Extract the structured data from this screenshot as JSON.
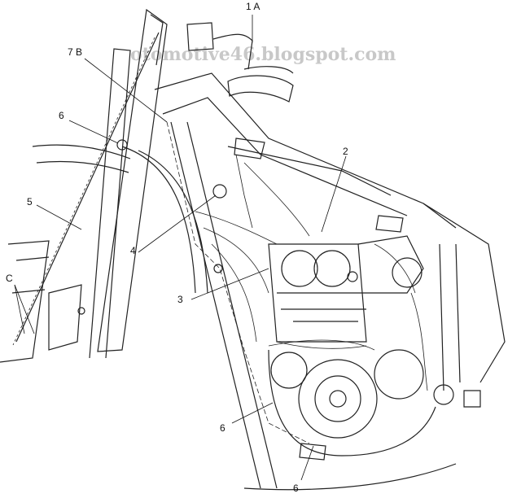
{
  "watermark": "otomotive46.blogspot.com",
  "callouts": {
    "c1": "1 A",
    "c7": "7 B",
    "c6a": "6",
    "c2": "2",
    "c5": "5",
    "c4": "4",
    "c3": "3",
    "cC": "C",
    "c6b": "6",
    "c6c": "6"
  }
}
